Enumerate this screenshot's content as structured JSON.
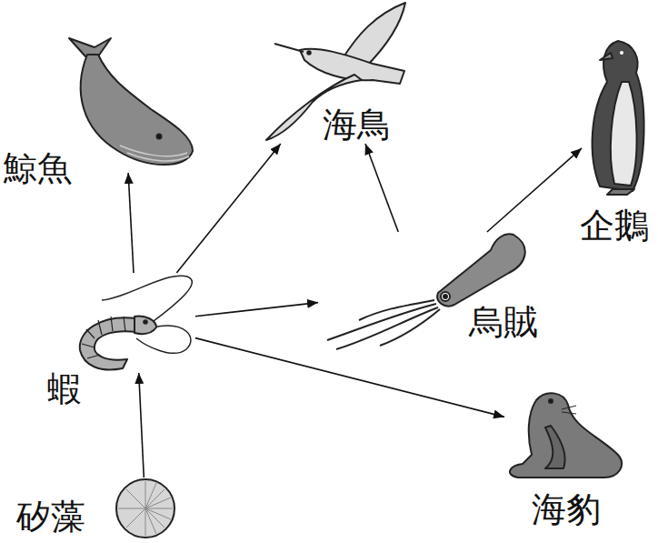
{
  "diagram": {
    "nodes": [
      {
        "text": [
          "鯨魚"
        ]
      },
      {
        "text": [
          "海鳥"
        ]
      },
      {
        "text": [
          "企鵝"
        ]
      },
      {
        "text": [
          "烏賊"
        ]
      },
      {
        "text": [
          "蝦"
        ]
      },
      {
        "text": [
          "海豹"
        ]
      },
      {
        "text": [
          "矽藻"
        ]
      }
    ],
    "edges": [
      {
        "from": 4,
        "to": 0,
        "arrow": "to"
      },
      {
        "from": 4,
        "to": 1,
        "arrow": "to"
      },
      {
        "from": 3,
        "to": 1,
        "arrow": "to"
      },
      {
        "from": 3,
        "to": 2,
        "arrow": "to"
      },
      {
        "from": 4,
        "to": 3,
        "arrow": "to"
      },
      {
        "from": 4,
        "to": 5,
        "arrow": "to"
      },
      {
        "from": 6,
        "to": 4,
        "arrow": "to"
      }
    ]
  }
}
